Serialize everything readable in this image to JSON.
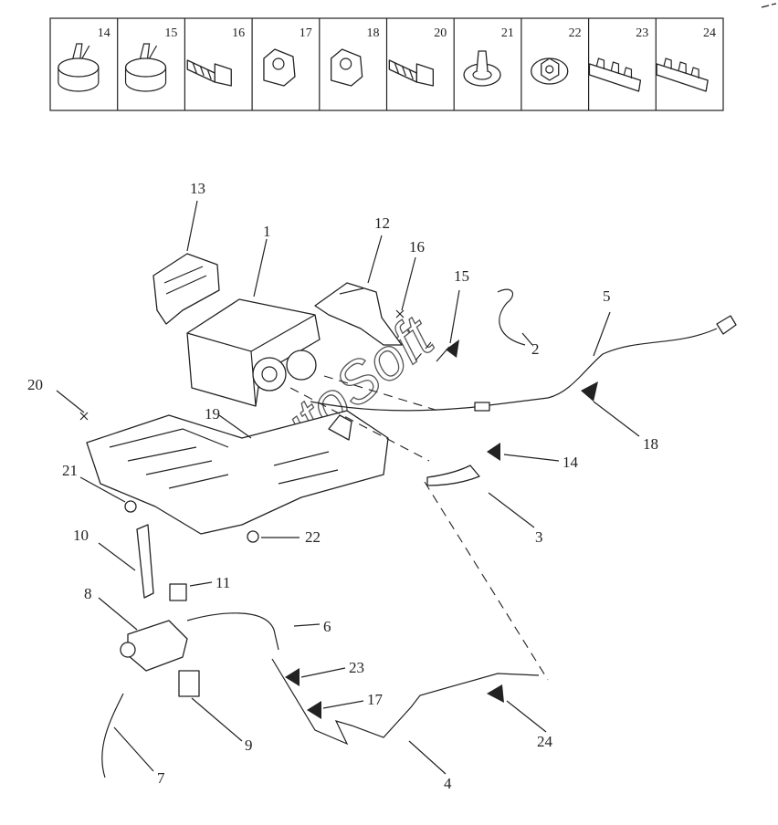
{
  "header_strip": {
    "cells": [
      {
        "number": "14",
        "icon": "hose-clamp-icon"
      },
      {
        "number": "15",
        "icon": "hose-clamp-icon"
      },
      {
        "number": "16",
        "icon": "flange-bolt-icon"
      },
      {
        "number": "17",
        "icon": "pipe-clip-icon"
      },
      {
        "number": "18",
        "icon": "pipe-clip-icon"
      },
      {
        "number": "20",
        "icon": "flange-bolt-icon"
      },
      {
        "number": "21",
        "icon": "grommet-icon"
      },
      {
        "number": "22",
        "icon": "flange-nut-icon"
      },
      {
        "number": "23",
        "icon": "multi-pipe-clip-icon"
      },
      {
        "number": "24",
        "icon": "multi-pipe-clip-icon"
      }
    ]
  },
  "callouts": {
    "n1": "1",
    "n2": "2",
    "n3": "3",
    "n4": "4",
    "n5": "5",
    "n6": "6",
    "n7": "7",
    "n8": "8",
    "n9": "9",
    "n10": "10",
    "n11": "11",
    "n12": "12",
    "n13": "13",
    "n14": "14",
    "n15": "15",
    "n16": "16",
    "n17": "17",
    "n18": "18",
    "n19": "19",
    "n20": "20",
    "n21": "21",
    "n22": "22",
    "n23": "23",
    "n24": "24"
  },
  "watermark": "AutoSoft",
  "colors": {
    "line": "#222222",
    "background": "#ffffff"
  }
}
